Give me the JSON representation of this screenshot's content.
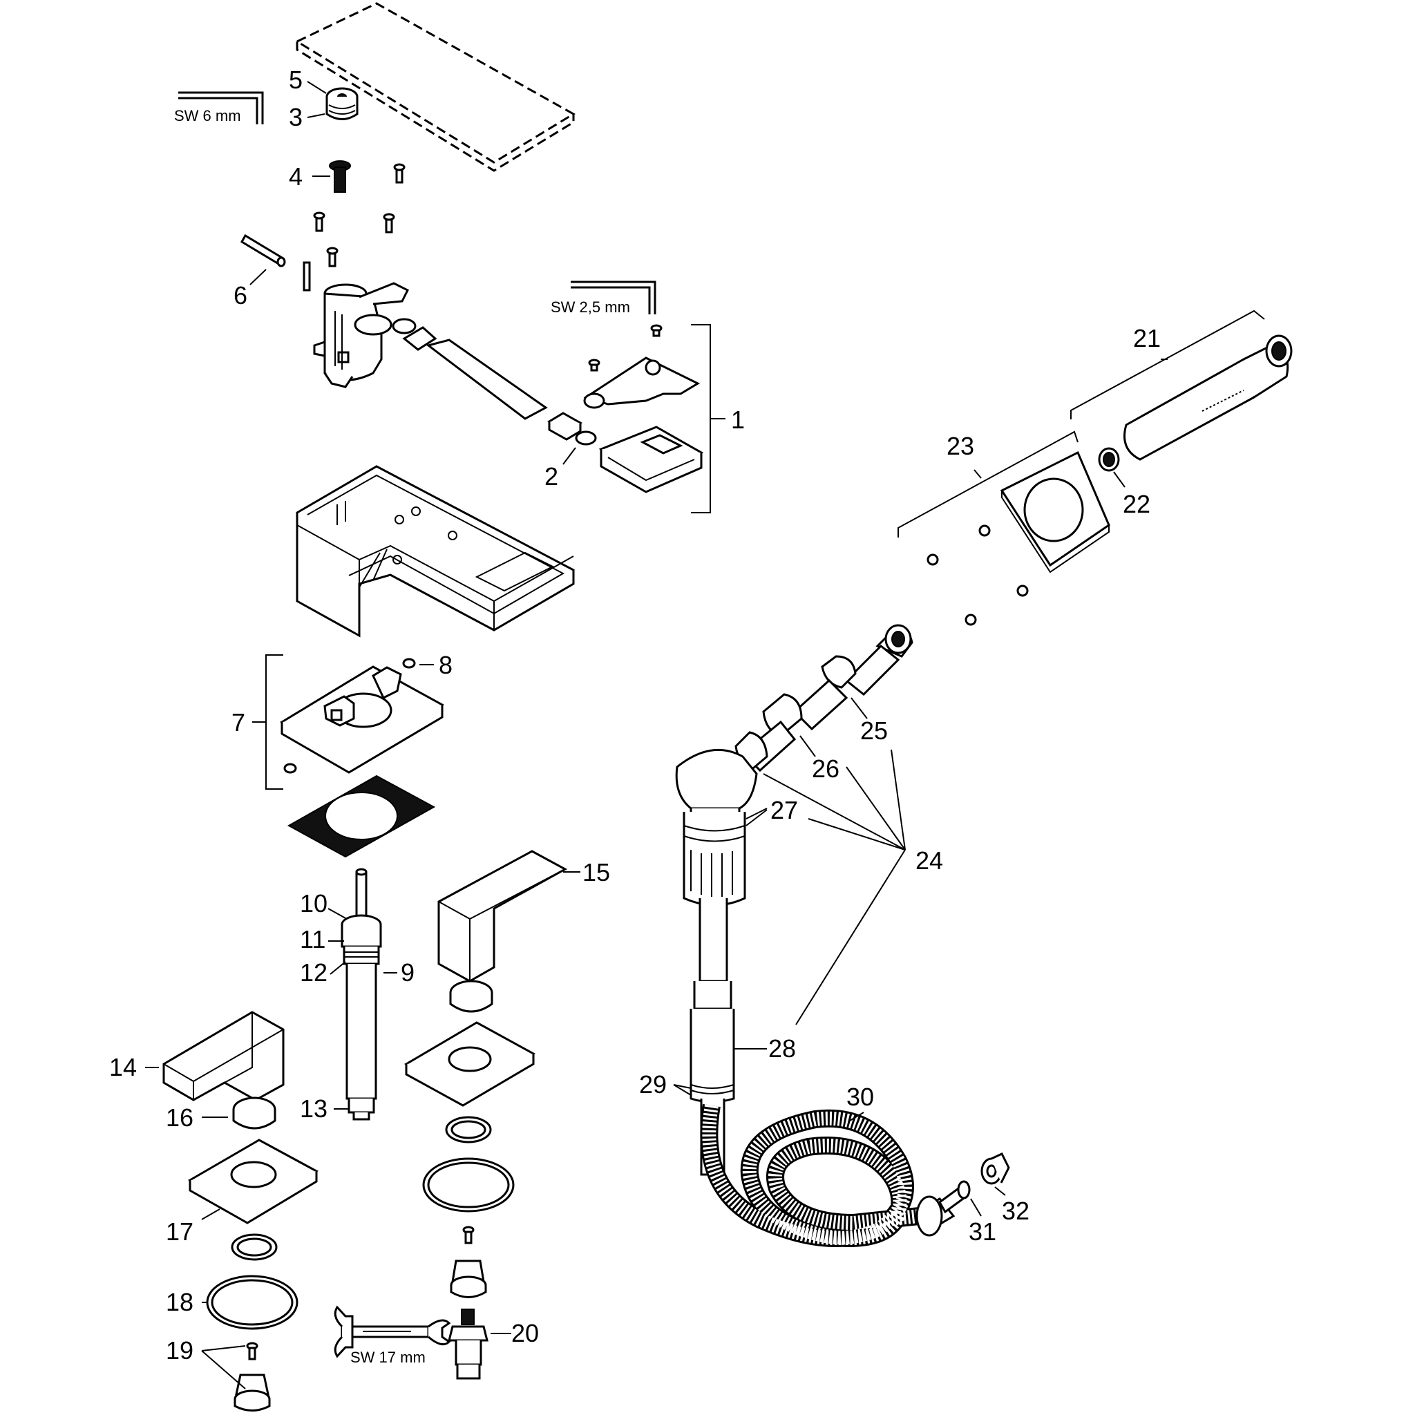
{
  "labels": {
    "l1": "1",
    "l2": "2",
    "l3": "3",
    "l4": "4",
    "l5": "5",
    "l6": "6",
    "l7": "7",
    "l8": "8",
    "l9": "9",
    "l10": "10",
    "l11": "11",
    "l12": "12",
    "l13": "13",
    "l14": "14",
    "l15": "15",
    "l16": "16",
    "l17": "17",
    "l18": "18",
    "l19": "19",
    "l20": "20",
    "l21": "21",
    "l22": "22",
    "l23": "23",
    "l24": "24",
    "l25": "25",
    "l26": "26",
    "l27": "27",
    "l28": "28",
    "l29": "29",
    "l30": "30",
    "l31": "31",
    "l32": "32"
  },
  "tools": {
    "hex_key_6": "SW 6 mm",
    "hex_key_2_5": "SW 2,5 mm",
    "wrench_17": "SW 17 mm"
  }
}
